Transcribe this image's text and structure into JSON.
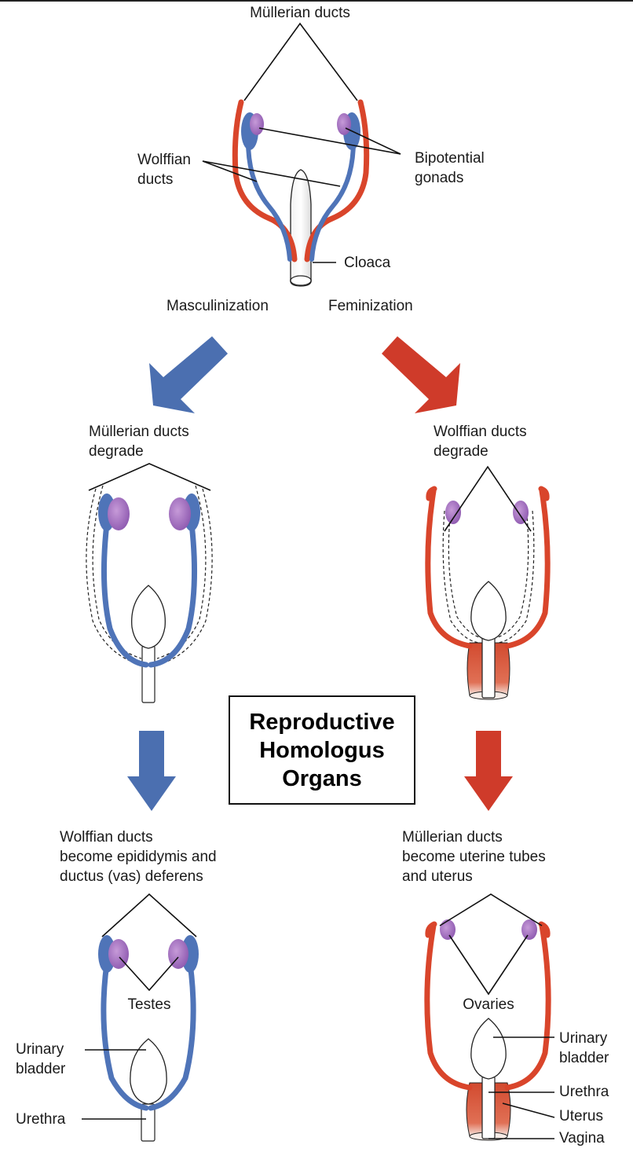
{
  "title": "Reproductive\nHomologus\nOrgans",
  "labels": {
    "mullerian_ducts": "Müllerian ducts",
    "wolffian_ducts": "Wolffian\nducts",
    "bipotential_gonads": "Bipotential\ngonads",
    "cloaca": "Cloaca",
    "masculinization": "Masculinization",
    "feminization": "Feminization",
    "mullerian_degrade": "Müllerian ducts\ndegrade",
    "wolffian_degrade": "Wolffian ducts\ndegrade",
    "wolffian_become": "Wolffian ducts\nbecome epididymis and\nductus (vas) deferens",
    "mullerian_become": "Müllerian ducts\nbecome uterine tubes\nand uterus",
    "testes": "Testes",
    "ovaries": "Ovaries",
    "urinary_bladder_left": "Urinary\nbladder",
    "urethra_left": "Urethra",
    "urinary_bladder_right": "Urinary\nbladder",
    "urethra_right": "Urethra",
    "uterus": "Uterus",
    "vagina": "Vagina"
  },
  "colors": {
    "mullerian_red": "#d9452b",
    "wolffian_blue": "#4f74b8",
    "gonad_purple": "#a06bbf",
    "arrow_blue": "#4b6fb0",
    "arrow_red": "#cf3b2a",
    "uterus_fill": "#d8553a"
  }
}
